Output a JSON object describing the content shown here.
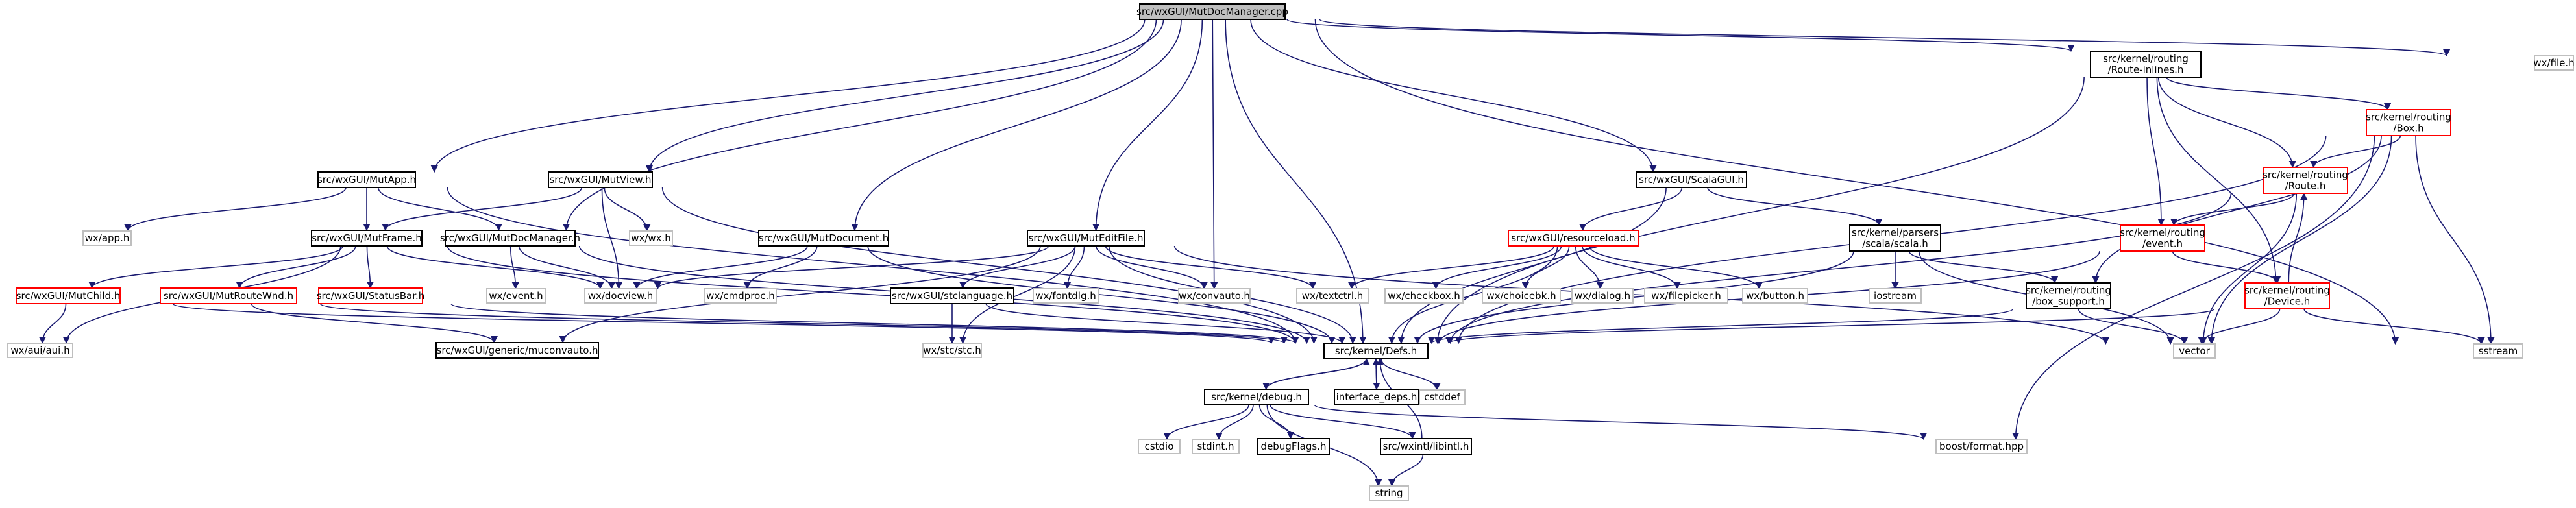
{
  "colors": {
    "edge": "#191970",
    "border_black": "#000000",
    "border_red": "#ff0000",
    "border_gray": "#bfbfbf",
    "root_fill": "#bfbfbf"
  },
  "nodes": {
    "root": {
      "lines": [
        "src/wxGUI/MutDocManager.cpp"
      ]
    },
    "wx_file": {
      "lines": [
        "wx/file.h"
      ]
    },
    "route_inlines": {
      "lines": [
        "src/kernel/routing",
        "/Route-inlines.h"
      ]
    },
    "box": {
      "lines": [
        "src/kernel/routing",
        "/Box.h"
      ]
    },
    "route_h": {
      "lines": [
        "src/kernel/routing",
        "/Route.h"
      ]
    },
    "event_h": {
      "lines": [
        "src/kernel/routing",
        "/event.h"
      ]
    },
    "device_h": {
      "lines": [
        "src/kernel/routing",
        "/Device.h"
      ]
    },
    "box_support": {
      "lines": [
        "src/kernel/routing",
        "/box_support.h"
      ]
    },
    "scala_gui": {
      "lines": [
        "src/wxGUI/ScalaGUI.h"
      ]
    },
    "scala_h": {
      "lines": [
        "src/kernel/parsers",
        "/scala/scala.h"
      ]
    },
    "resourceload": {
      "lines": [
        "src/wxGUI/resourceload.h"
      ]
    },
    "mutapp": {
      "lines": [
        "src/wxGUI/MutApp.h"
      ]
    },
    "mutview": {
      "lines": [
        "src/wxGUI/MutView.h"
      ]
    },
    "mutframe": {
      "lines": [
        "src/wxGUI/MutFrame.h"
      ]
    },
    "mutdocmanager_h": {
      "lines": [
        "src/wxGUI/MutDocManager.h"
      ]
    },
    "mutdocument": {
      "lines": [
        "src/wxGUI/MutDocument.h"
      ]
    },
    "muteditfile": {
      "lines": [
        "src/wxGUI/MutEditFile.h"
      ]
    },
    "stclanguage": {
      "lines": [
        "src/wxGUI/stclanguage.h"
      ]
    },
    "mutchild": {
      "lines": [
        "src/wxGUI/MutChild.h"
      ]
    },
    "mutroutewnd": {
      "lines": [
        "src/wxGUI/MutRouteWnd.h"
      ]
    },
    "statusbar": {
      "lines": [
        "src/wxGUI/StatusBar.h"
      ]
    },
    "muconvauto": {
      "lines": [
        "src/wxGUI/generic/muconvauto.h"
      ]
    },
    "defs": {
      "lines": [
        "src/kernel/Defs.h"
      ]
    },
    "interface_deps": {
      "lines": [
        "interface_deps.h"
      ]
    },
    "cstddef": {
      "lines": [
        "cstddef"
      ]
    },
    "debug_h": {
      "lines": [
        "src/kernel/debug.h"
      ]
    },
    "cstdio": {
      "lines": [
        "cstdio"
      ]
    },
    "stdint": {
      "lines": [
        "stdint.h"
      ]
    },
    "debugflags": {
      "lines": [
        "debugFlags.h"
      ]
    },
    "libintl": {
      "lines": [
        "src/wxintl/libintl.h"
      ]
    },
    "string": {
      "lines": [
        "string"
      ]
    },
    "boost_format": {
      "lines": [
        "boost/format.hpp"
      ]
    },
    "vector": {
      "lines": [
        "vector"
      ]
    },
    "sstream": {
      "lines": [
        "sstream"
      ]
    },
    "iostream": {
      "lines": [
        "iostream"
      ]
    },
    "wx_app": {
      "lines": [
        "wx/app.h"
      ]
    },
    "wx_wx": {
      "lines": [
        "wx/wx.h"
      ]
    },
    "wx_docview": {
      "lines": [
        "wx/docview.h"
      ]
    },
    "wx_event": {
      "lines": [
        "wx/event.h"
      ]
    },
    "wx_cmdproc": {
      "lines": [
        "wx/cmdproc.h"
      ]
    },
    "wx_fontdlg": {
      "lines": [
        "wx/fontdlg.h"
      ]
    },
    "wx_convauto": {
      "lines": [
        "wx/convauto.h"
      ]
    },
    "wx_textctrl": {
      "lines": [
        "wx/textctrl.h"
      ]
    },
    "wx_checkbox": {
      "lines": [
        "wx/checkbox.h"
      ]
    },
    "wx_choicebk": {
      "lines": [
        "wx/choicebk.h"
      ]
    },
    "wx_dialog": {
      "lines": [
        "wx/dialog.h"
      ]
    },
    "wx_filepicker": {
      "lines": [
        "wx/filepicker.h"
      ]
    },
    "wx_button": {
      "lines": [
        "wx/button.h"
      ]
    },
    "wx_aui": {
      "lines": [
        "wx/aui/aui.h"
      ]
    },
    "wx_stc": {
      "lines": [
        "wx/stc/stc.h"
      ]
    }
  }
}
